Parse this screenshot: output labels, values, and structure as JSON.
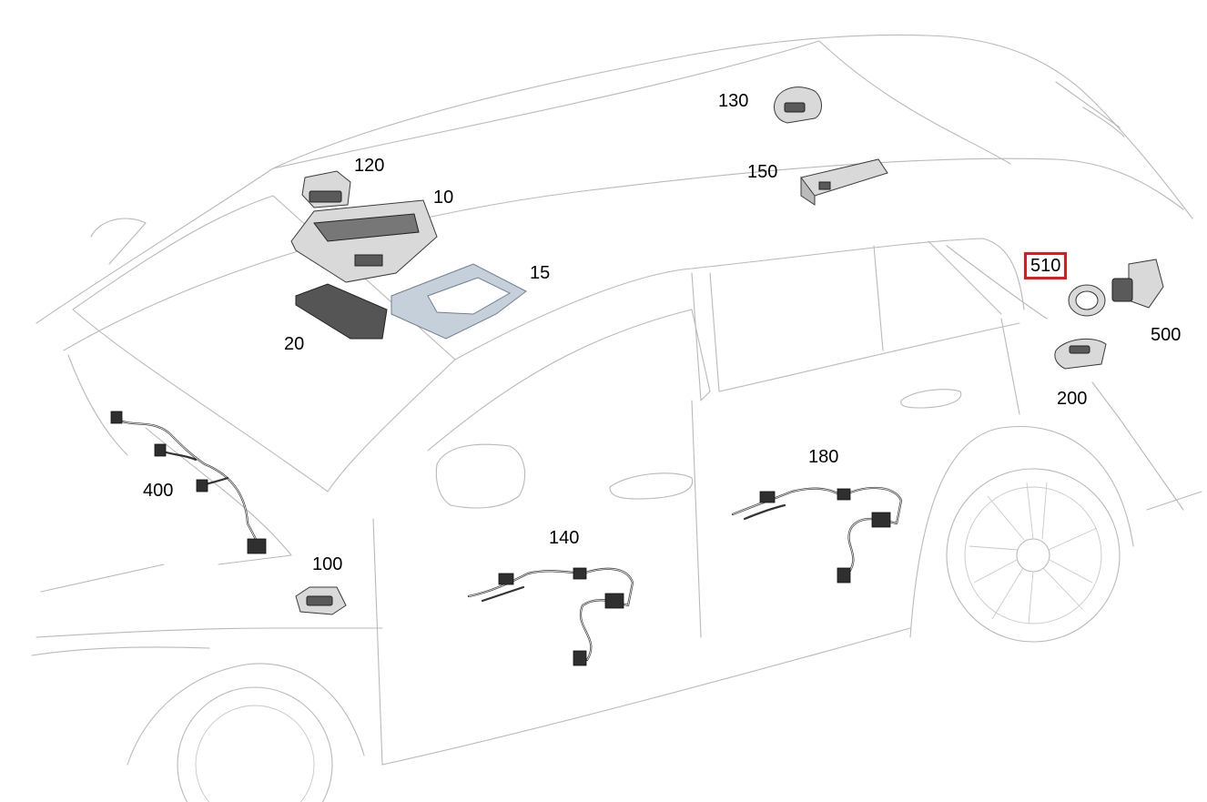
{
  "diagram": {
    "highlight_color": "#e4161b",
    "parts": [
      {
        "id": "p10",
        "label": "10",
        "icon": "overhead-control-panel"
      },
      {
        "id": "p15",
        "label": "15",
        "icon": "panel-frame"
      },
      {
        "id": "p20",
        "label": "20",
        "icon": "control-unit-board"
      },
      {
        "id": "p100",
        "label": "100",
        "icon": "interior-light"
      },
      {
        "id": "p120",
        "label": "120",
        "icon": "interior-light"
      },
      {
        "id": "p130",
        "label": "130",
        "icon": "control-module"
      },
      {
        "id": "p140",
        "label": "140",
        "icon": "roof-light"
      },
      {
        "id": "p150",
        "label": "150",
        "icon": "wiring-harness"
      },
      {
        "id": "p180",
        "label": "180",
        "icon": "wiring-harness"
      },
      {
        "id": "p200",
        "label": "200",
        "icon": "rear-light"
      },
      {
        "id": "p400",
        "label": "400",
        "icon": "wiring-harness"
      },
      {
        "id": "p500",
        "label": "500",
        "icon": "socket-assembly"
      },
      {
        "id": "p510",
        "label": "510",
        "icon": "mounting-ring",
        "highlighted": true
      }
    ]
  }
}
